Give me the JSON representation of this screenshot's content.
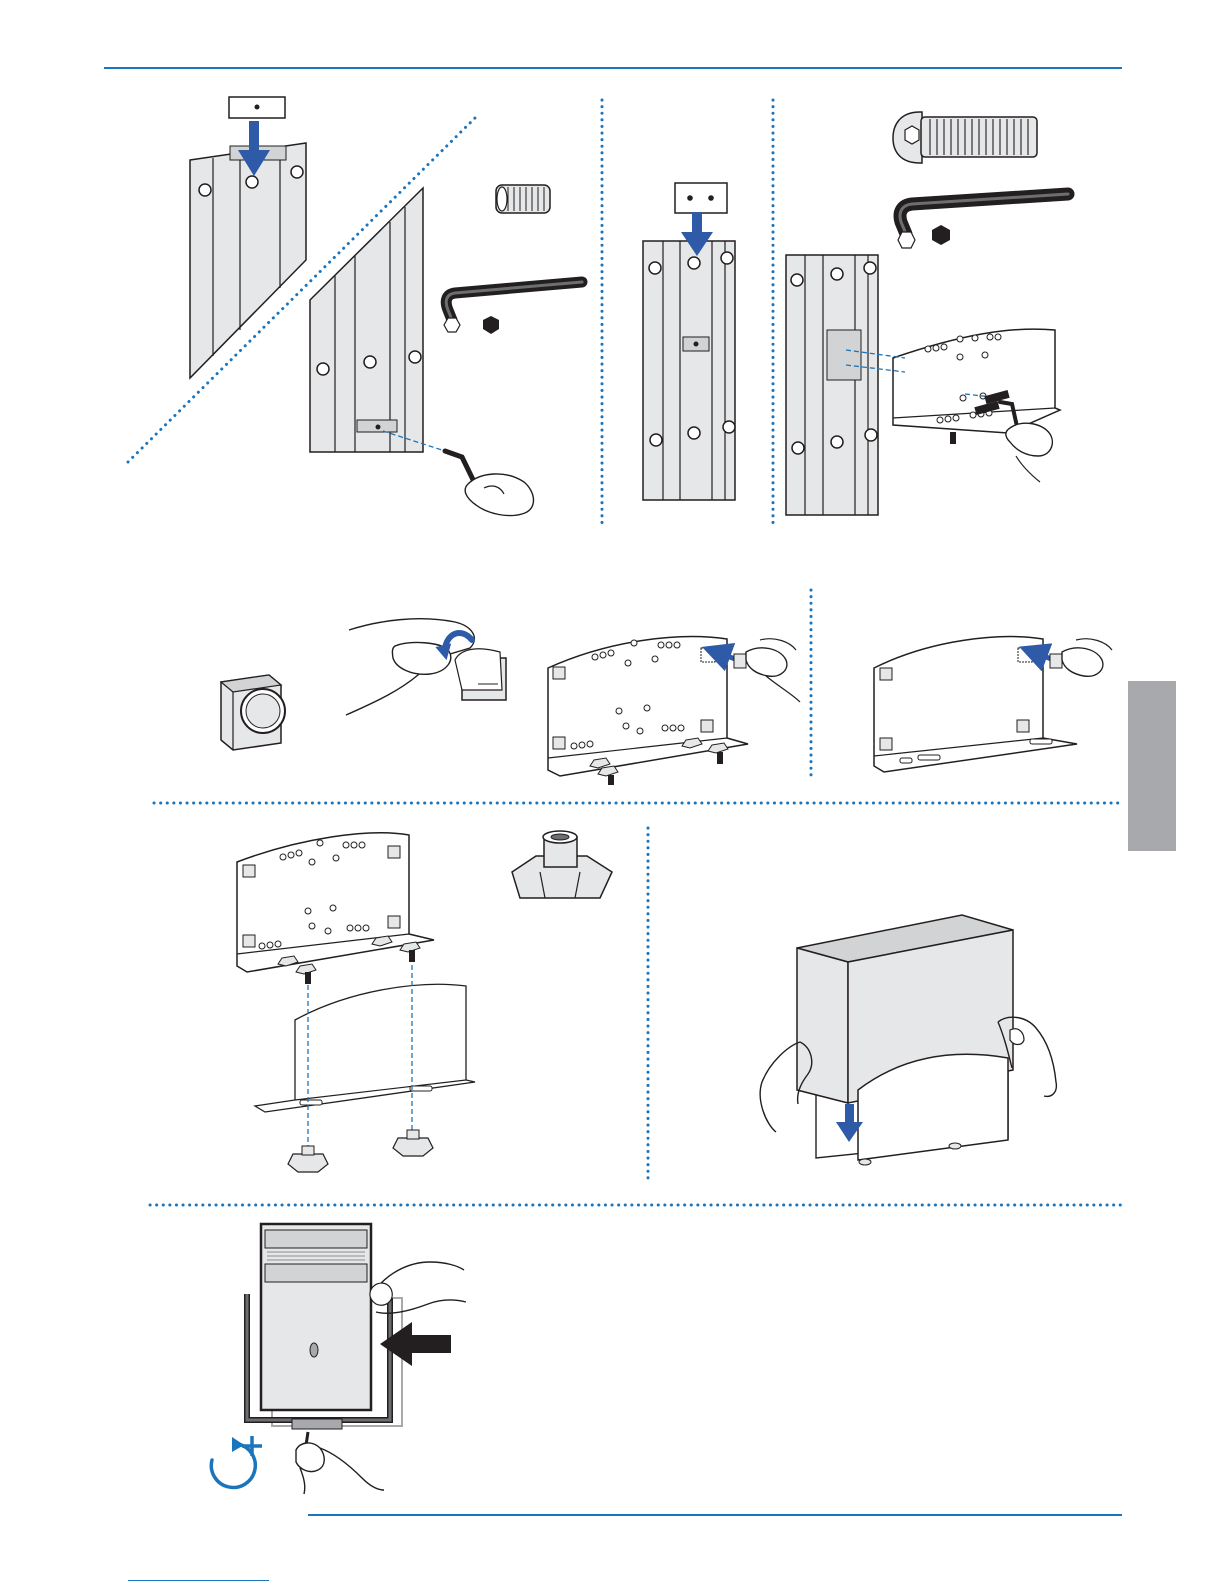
{
  "page": {
    "background": "#ffffff"
  },
  "colors": {
    "accent_blue": "#1b75bc",
    "arrow_blue": "#2e5aa8",
    "line_art": "#231f20",
    "metal_fill": "#e6e7e8",
    "metal_shade": "#d1d3d4",
    "side_tab_gray": "#a7a9ac",
    "arrow_black": "#231f20"
  },
  "icons": [
    "down-arrow-icon",
    "left-arrow-icon",
    "hex-nut-icon",
    "allen-key-icon",
    "set-screw-icon",
    "button-head-bolt-icon",
    "rubber-pad-icon",
    "thumb-nut-icon",
    "rotate-tighten-icon"
  ],
  "panels": [
    "insert-slot-nut",
    "tighten-set-screw",
    "slide-plate-into-rail",
    "bolt-bracket-to-rail",
    "rubber-foot-part",
    "peel-backing",
    "stick-pads-on-bracket",
    "stick-pads-on-cradle",
    "thumb-screw-part",
    "join-bracket-and-cradle",
    "place-unit-in-cradle",
    "slide-in-and-tighten"
  ]
}
